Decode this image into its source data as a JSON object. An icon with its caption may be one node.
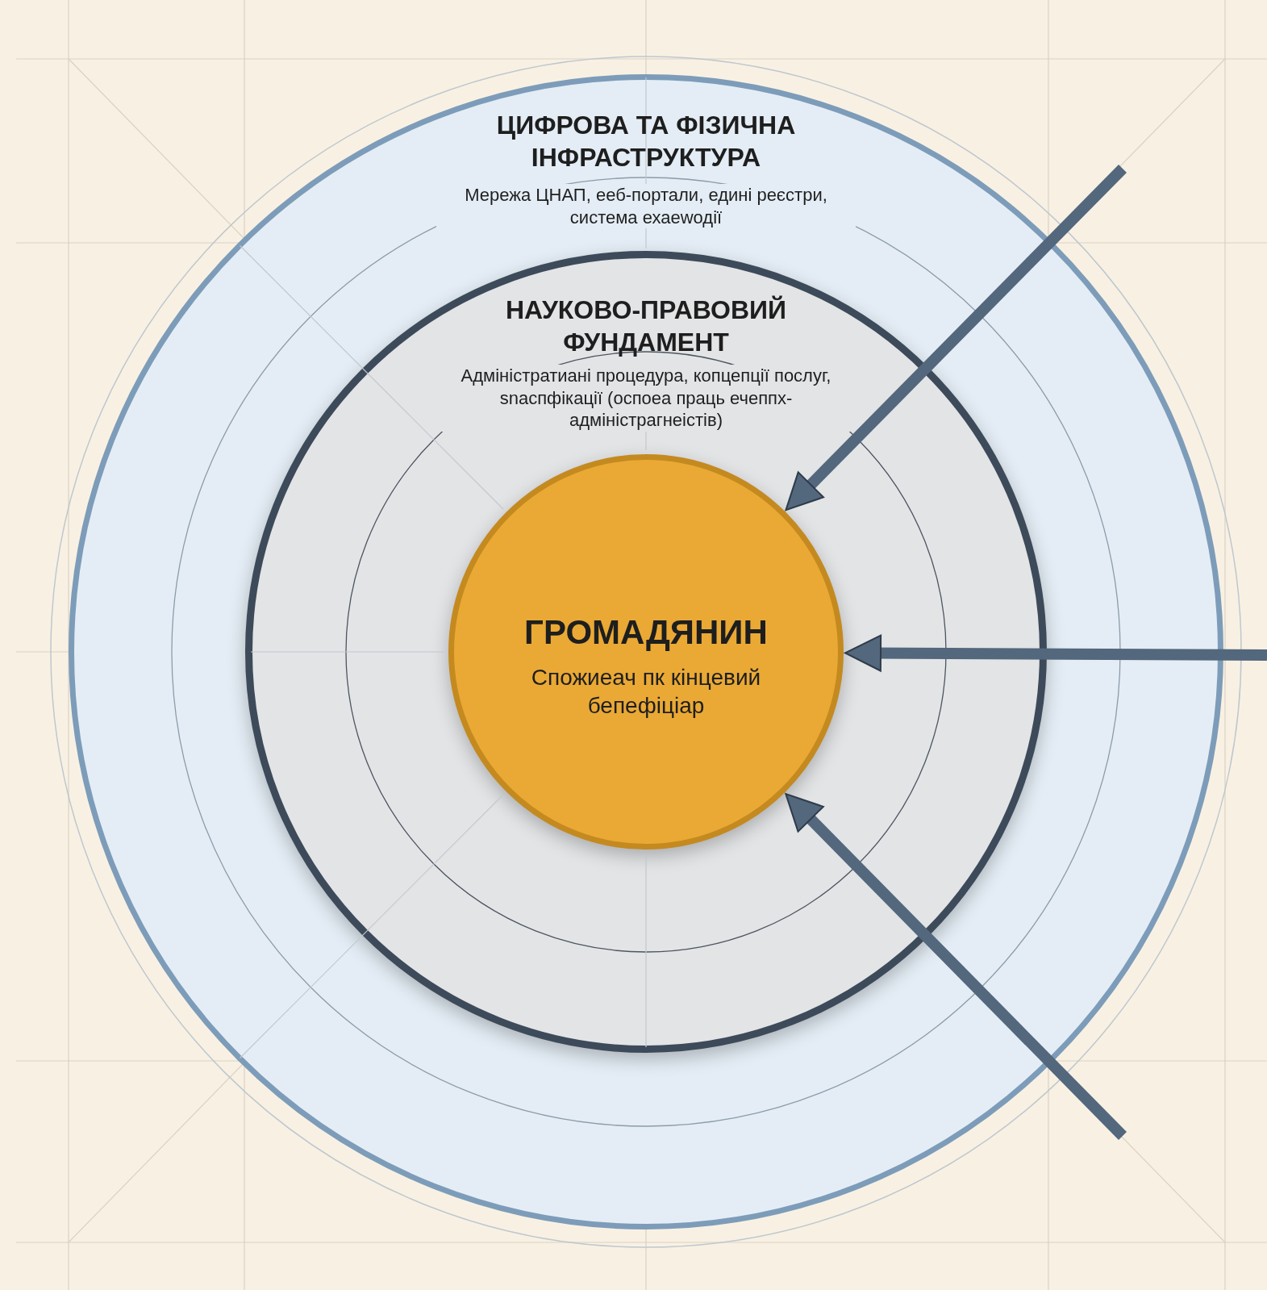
{
  "diagram": {
    "nodes": [
      {
        "text": [
          "ЦИФРОВА ТА ФІЗИЧНА ІНФРАСТРУКТУРА",
          "Мережа ЦНАП, ееб-портали, едині реєстри, система ехаеwодії"
        ]
      },
      {
        "text": [
          "НАУКОВО-ПРАВОВИЙ ФУНДАМЕНТ",
          "Адміністратиані процедура, копцепції послуг, snacпфікації (оспоеа праць ечеппх-адміністрагнеістів)"
        ],
        "in": 0
      },
      {
        "text": [
          "ГРОМАДЯНИН",
          "Спожиеач пк кінцевий бепефіціар"
        ],
        "in": 1
      }
    ],
    "edges": [
      {
        "from": null,
        "to": 2,
        "arrow": "to"
      },
      {
        "from": null,
        "to": 2,
        "arrow": "to"
      },
      {
        "from": null,
        "to": 2,
        "arrow": "to"
      }
    ]
  }
}
